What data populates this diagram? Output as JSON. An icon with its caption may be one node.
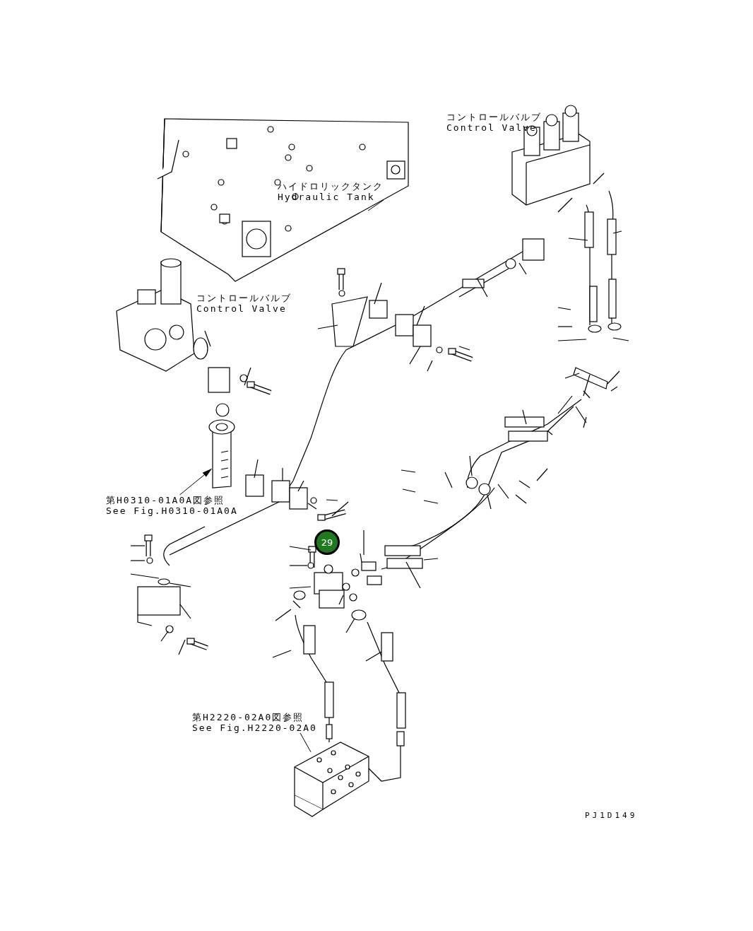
{
  "diagram": {
    "nodes": [
      {
        "text": [
          "コントロールバルブ",
          "Control Valve"
        ]
      },
      {
        "text": [],
        "shape": "picture"
      },
      {
        "text": [
          "ハイドロリックタンク",
          "Hydraulic Tank"
        ],
        "in": 1
      },
      {
        "text": [
          "コントロールバルブ",
          "Control Valve"
        ]
      },
      {
        "text": [
          "第H0310-01A0A図参照",
          "See Fig.H0310-01A0A"
        ]
      },
      {
        "text": [],
        "shape": "picture"
      },
      {
        "text": [
          "第H2220-02A0図参照",
          "See Fig.H2220-02A0"
        ]
      },
      {
        "text": [],
        "shape": "picture"
      }
    ],
    "edges": [
      {
        "from": 2,
        "to": 1,
        "arrow": "none"
      },
      {
        "from": 4,
        "to": 5,
        "arrow": "to"
      },
      {
        "from": 6,
        "to": 7,
        "arrow": "none"
      }
    ],
    "labels": [
      "29",
      "PJ1D149"
    ]
  }
}
